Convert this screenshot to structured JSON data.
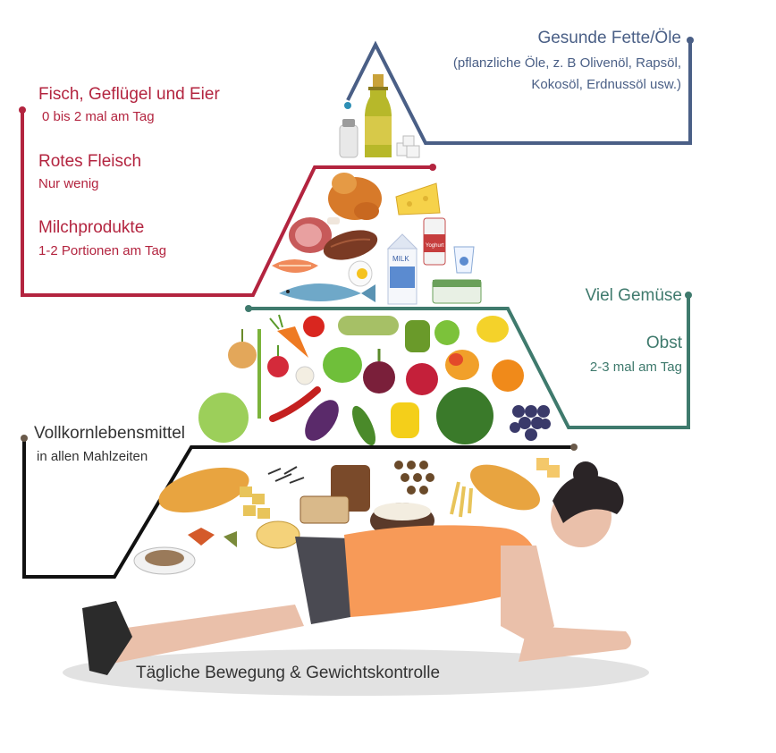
{
  "top": {
    "title": "Gesunde Fette/Öle",
    "line1": "(pflanzliche Öle, z. B Olivenöl, Rapsöl,",
    "line2": "Kokosöl, Erdnussöl usw.)"
  },
  "protein": {
    "fish_title": "Fisch, Geflügel und Eier",
    "fish_sub": "0 bis 2 mal am Tag",
    "meat_title": "Rotes Fleisch",
    "meat_sub": "Nur wenig",
    "dairy_title": "Milchprodukte",
    "dairy_sub": "1-2 Portionen am Tag"
  },
  "veg": {
    "veg_title": "Viel Gemüse",
    "fruit_title": "Obst",
    "fruit_sub": "2-3 mal am Tag"
  },
  "grain": {
    "title": "Vollkornlebensmittel",
    "sub": "in allen Mahlzeiten"
  },
  "base": {
    "caption": "Tägliche Bewegung &  Gewichtskontrolle"
  },
  "food_labels": {
    "milk": "MILK",
    "yoghurt": "Yoghurt"
  },
  "colors": {
    "red": "#b3243f",
    "blue": "#4a5f86",
    "green": "#3f7a6d",
    "black": "#111111"
  }
}
